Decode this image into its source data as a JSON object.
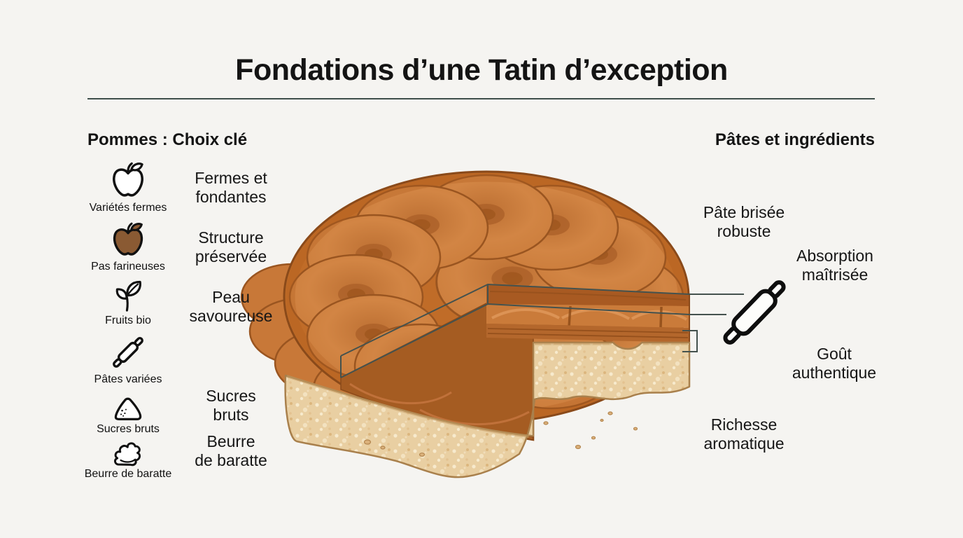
{
  "title": "Fondations d’une Tatin d’exception",
  "apples": {
    "header": "Pommes : Choix clé",
    "items": [
      {
        "icon": "apple-outline-icon",
        "label": "Variétés fermes"
      },
      {
        "icon": "apple-filled-icon",
        "label": "Pas farineuses"
      },
      {
        "icon": "sprout-icon",
        "label": "Fruits bio"
      },
      {
        "icon": "rolling-pin-icon",
        "label": "Pâtes variées"
      },
      {
        "icon": "sugar-mound-icon",
        "label": "Sucres bruts"
      },
      {
        "icon": "butter-dollop-icon",
        "label": "Beurre de baratte"
      }
    ]
  },
  "qualities": [
    {
      "text": "Fermes et\nfondantes"
    },
    {
      "text": "Structure\npréservée"
    },
    {
      "text": "Peau\nsavoureuse"
    },
    {
      "text": "Sucres\nbruts"
    },
    {
      "text": "Beurre\nde baratte"
    }
  ],
  "dough": {
    "header": "Pâtes et ingrédients",
    "labels": [
      {
        "text": "Pâte brisée\nrobuste"
      },
      {
        "text": "Absorption\nmaîtrisée"
      },
      {
        "text": "Goût\nauthentique"
      },
      {
        "text": "Richesse\naromatique"
      }
    ]
  },
  "illustration": {
    "name": "tarte-tatin-cutaway",
    "colors": {
      "apple": "#cd7f3e",
      "caramel": "#b4662a",
      "crust": "#e9cfa2",
      "outline": "#8a4a1a",
      "callout": "#44524e"
    }
  }
}
